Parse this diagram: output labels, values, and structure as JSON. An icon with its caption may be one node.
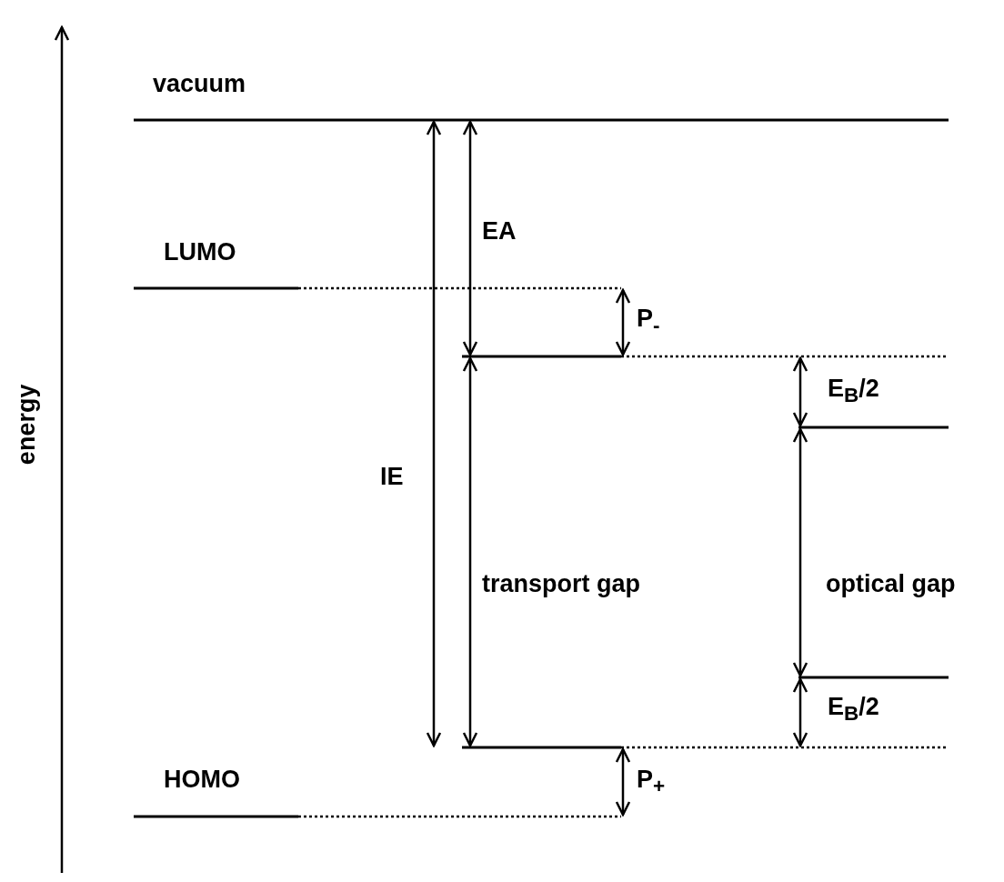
{
  "diagram": {
    "labels": [
      "vacuum",
      "LUMO",
      "EA",
      "P$_{-}$",
      "E$_{B}$/2",
      "IE",
      "transport gap",
      "optical gap",
      "E$_{B}$/2",
      "HOMO",
      "P$_{+}$",
      "energy"
    ]
  }
}
